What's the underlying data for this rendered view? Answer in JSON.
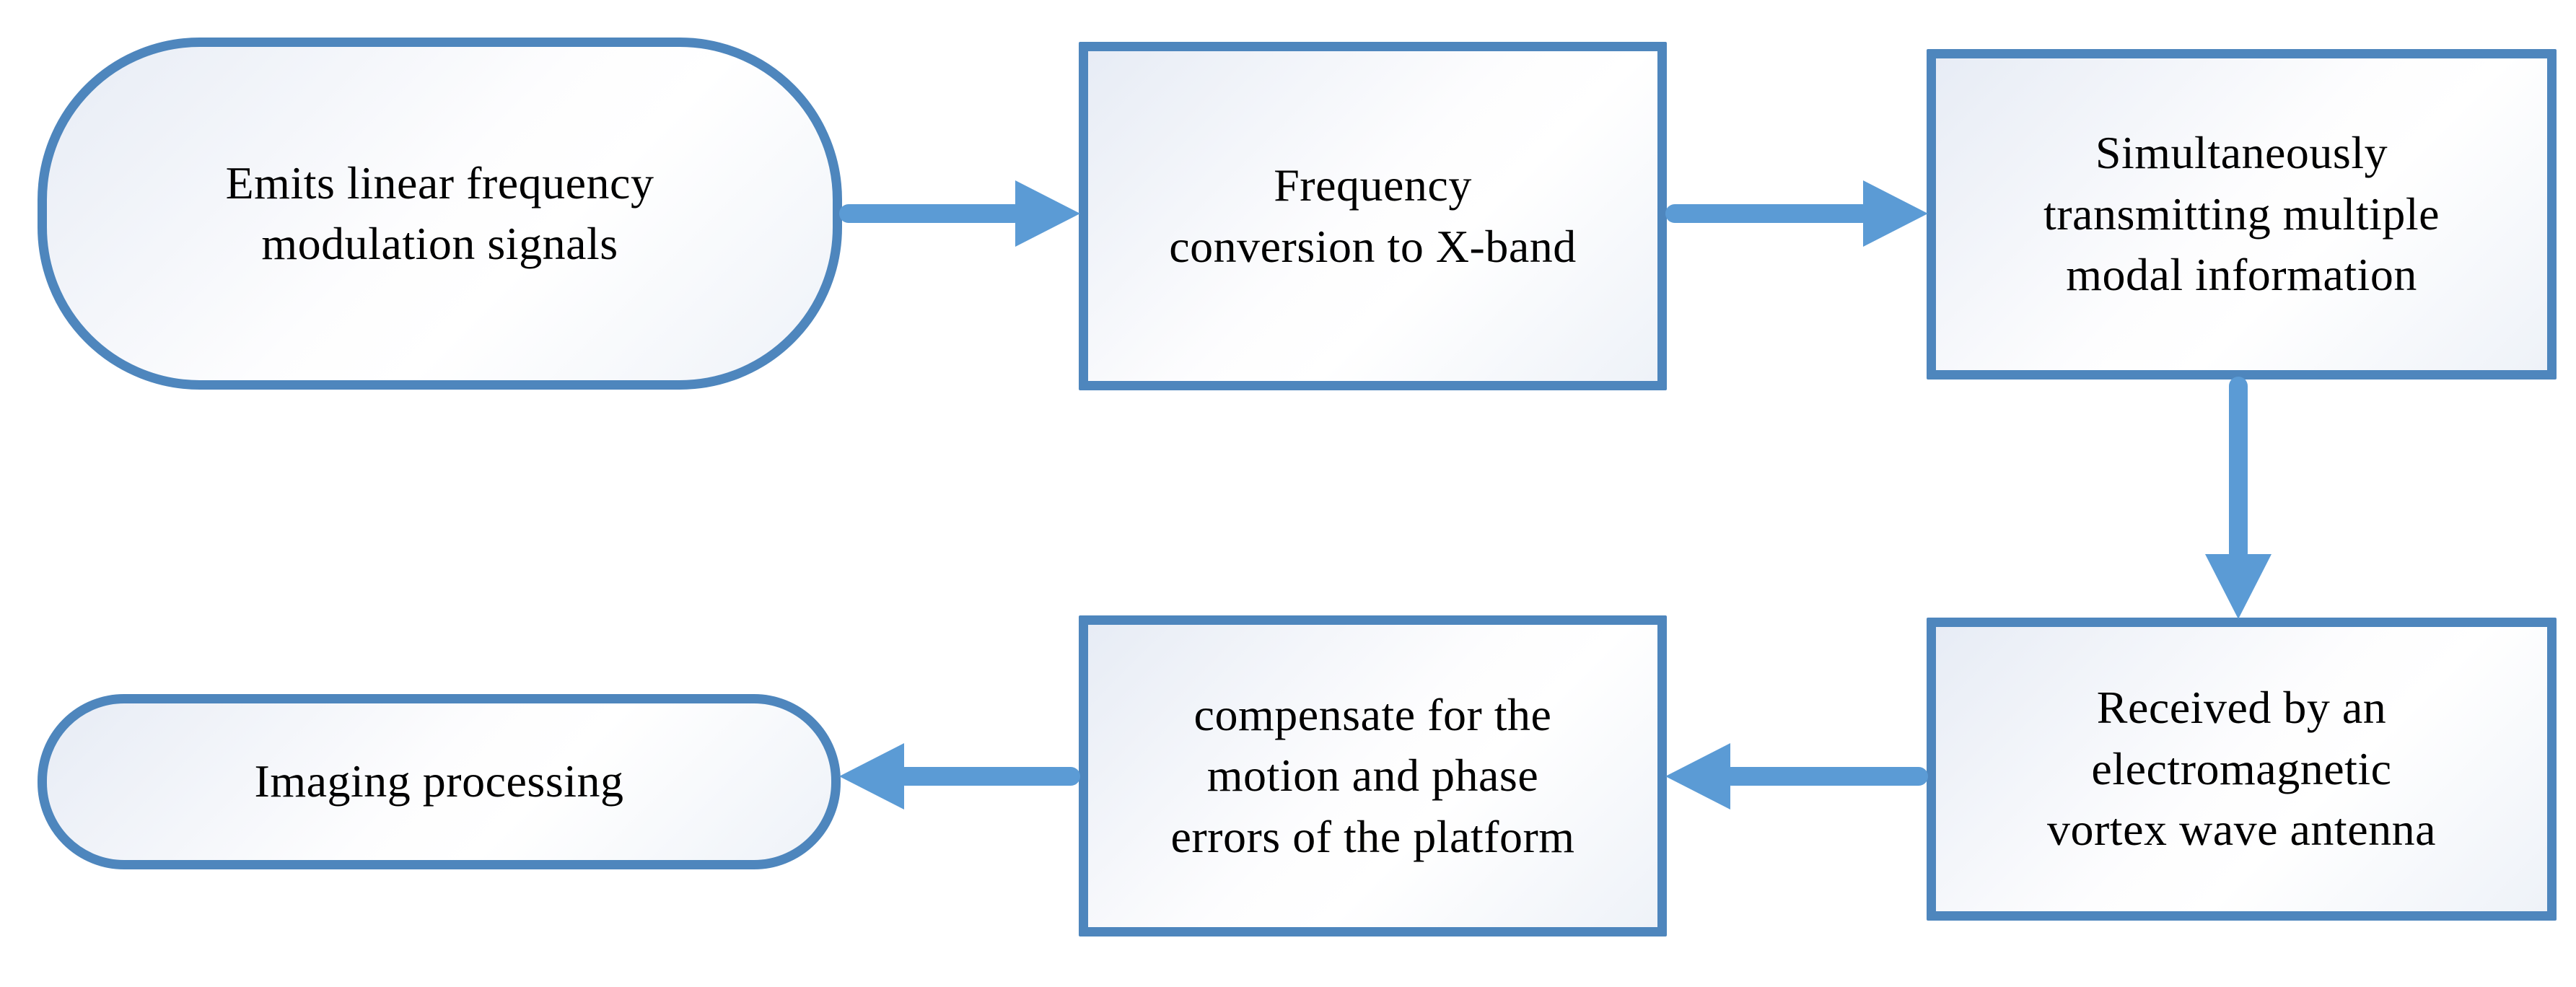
{
  "diagram": {
    "type": "flowchart",
    "colors": {
      "node_border": "#4e86bd",
      "arrow": "#5b9bd5",
      "node_fill_light": "#e7ecf5",
      "node_fill_white": "#ffffff",
      "text": "#000000",
      "background": "#ffffff"
    },
    "nodes": [
      {
        "id": "emit",
        "shape": "stadium",
        "label": "Emits linear frequency\nmodulation signals"
      },
      {
        "id": "frequency",
        "shape": "rectangle",
        "label": "Frequency\nconversion to X-band"
      },
      {
        "id": "transmit",
        "shape": "rectangle",
        "label": "Simultaneously\ntransmitting multiple\nmodal information"
      },
      {
        "id": "receive",
        "shape": "rectangle",
        "label": "Received by an\nelectromagnetic\nvortex wave antenna"
      },
      {
        "id": "compensate",
        "shape": "rectangle",
        "label": "compensate for the\nmotion and phase\nerrors of the platform"
      },
      {
        "id": "imaging",
        "shape": "stadium",
        "label": "Imaging processing"
      }
    ],
    "edges": [
      {
        "from": "emit",
        "to": "frequency",
        "direction": "right"
      },
      {
        "from": "frequency",
        "to": "transmit",
        "direction": "right"
      },
      {
        "from": "transmit",
        "to": "receive",
        "direction": "down"
      },
      {
        "from": "receive",
        "to": "compensate",
        "direction": "left"
      },
      {
        "from": "compensate",
        "to": "imaging",
        "direction": "left"
      }
    ]
  }
}
